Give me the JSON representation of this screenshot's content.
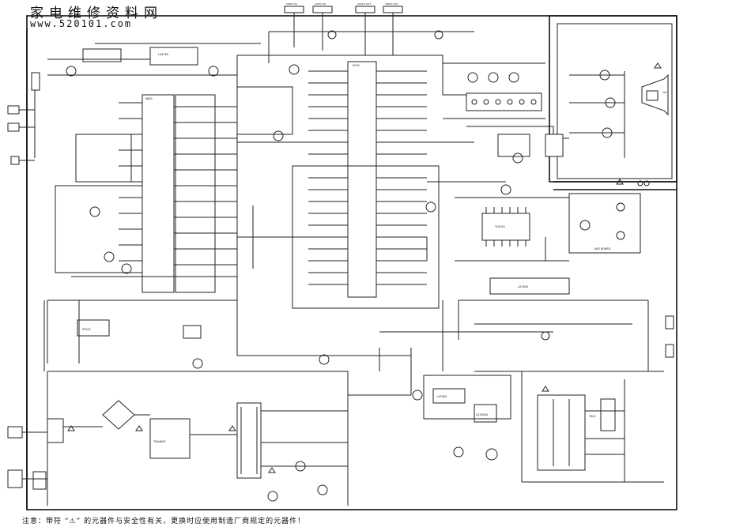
{
  "header": {
    "title": "家电维修资料网",
    "url": "www.520101.com"
  },
  "note": "注意：带符 “⚠” 的元器件与安全性有关，更换时应使用制造厂商规定的元器件！",
  "connectors": {
    "video_in": "VIDEO IN",
    "audio_in": "AUDIO IN",
    "audio_out": "AUDIO OUT",
    "video_out": "VIDEO OUT"
  },
  "components": {
    "ic_tuner": "LA4285",
    "ic_micro": "N801",
    "ic_main": "N101",
    "ic_av": "TC4052",
    "ic_av_board": "AVO BOARD",
    "ic_audio": "LA7840",
    "ic_pwm": "TDA4605",
    "ic_field": "LA7800",
    "ic_reg": "LA78040",
    "transformer": "T402",
    "sw_power": "SP102",
    "crt": "CRT"
  },
  "icons": {
    "warning": "warning-triangle-icon",
    "transistor": "transistor-icon",
    "ground": "ground-icon"
  }
}
